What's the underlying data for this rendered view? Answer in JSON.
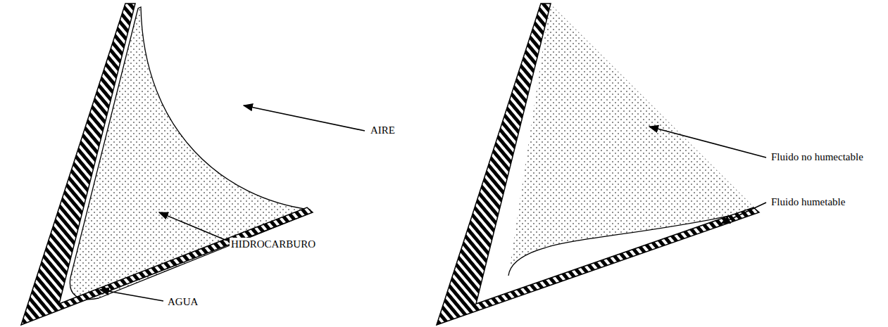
{
  "diagram": {
    "labels": [
      "AIRE",
      "HIDROCARBURO",
      "AGUA",
      "Fluido no humectable",
      "Fluido humetable"
    ]
  }
}
